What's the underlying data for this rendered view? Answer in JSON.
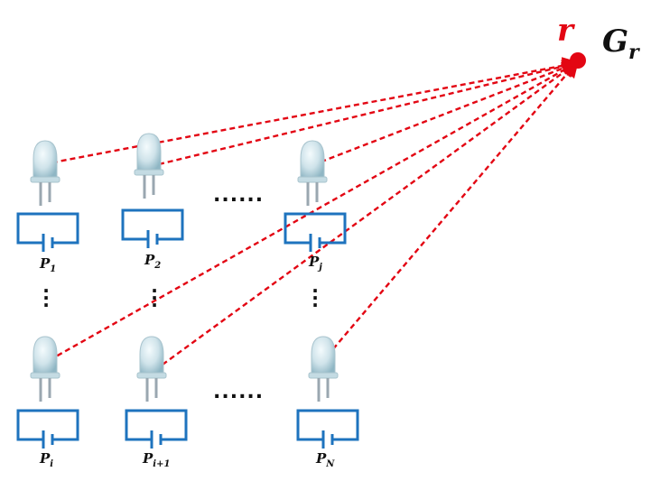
{
  "receiver": {
    "point_label": "r",
    "gain_base": "G",
    "gain_sub": "r",
    "color": "#e30613"
  },
  "row_ellipsis": "......",
  "column_ellipsis": "⋮",
  "sources": [
    {
      "id": "p1",
      "base": "P",
      "sub": "1"
    },
    {
      "id": "p2",
      "base": "P",
      "sub": "2"
    },
    {
      "id": "pj",
      "base": "P",
      "sub": "j"
    },
    {
      "id": "pi",
      "base": "P",
      "sub": "i"
    },
    {
      "id": "pi1",
      "base": "P",
      "sub": "i+1"
    },
    {
      "id": "pn",
      "base": "P",
      "sub": "N"
    }
  ],
  "colors": {
    "circuit": "#1e73be",
    "ray": "#e30613",
    "led_body": "#cfe3ea",
    "led_lead": "#9aa7b0"
  }
}
